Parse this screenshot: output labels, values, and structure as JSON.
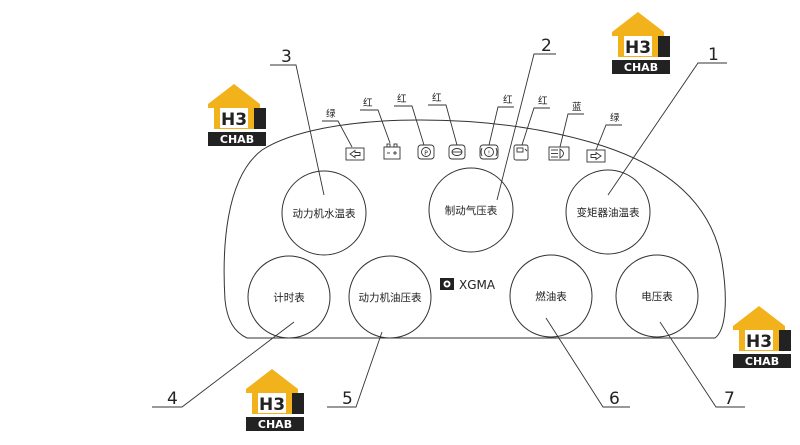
{
  "brand": {
    "name": "XGMA"
  },
  "watermark": {
    "top_text": "H3",
    "bottom_text": "CHAB",
    "color_yellow": "#F2B21C",
    "color_dark": "#222222"
  },
  "gauges": [
    {
      "id": "engine-water-temp",
      "label": "动力机水温表"
    },
    {
      "id": "brake-air-pressure",
      "label": "制动气压表"
    },
    {
      "id": "converter-oil-temp",
      "label": "变矩器油温表"
    },
    {
      "id": "hour-meter",
      "label": "计时表"
    },
    {
      "id": "engine-oil-pressure",
      "label": "动力机油压表"
    },
    {
      "id": "fuel-gauge",
      "label": "燃油表"
    },
    {
      "id": "voltmeter",
      "label": "电压表"
    }
  ],
  "indicators": [
    {
      "id": "left-turn",
      "color_label": "绿",
      "icon": "left-arrow-icon"
    },
    {
      "id": "battery",
      "color_label": "红",
      "icon": "battery-icon"
    },
    {
      "id": "parking-brake",
      "color_label": "红",
      "icon": "parking-brake-icon"
    },
    {
      "id": "oil-pressure-warn",
      "color_label": "红",
      "icon": "oil-can-icon"
    },
    {
      "id": "brake-warn",
      "color_label": "红",
      "icon": "brake-warning-icon"
    },
    {
      "id": "fuel-warn",
      "color_label": "红",
      "icon": "fuel-pump-icon"
    },
    {
      "id": "high-beam",
      "color_label": "蓝",
      "icon": "high-beam-icon"
    },
    {
      "id": "right-turn",
      "color_label": "绿",
      "icon": "right-arrow-icon"
    }
  ],
  "callouts": [
    {
      "number": "1"
    },
    {
      "number": "2"
    },
    {
      "number": "3"
    },
    {
      "number": "4"
    },
    {
      "number": "5"
    },
    {
      "number": "6"
    },
    {
      "number": "7"
    }
  ]
}
